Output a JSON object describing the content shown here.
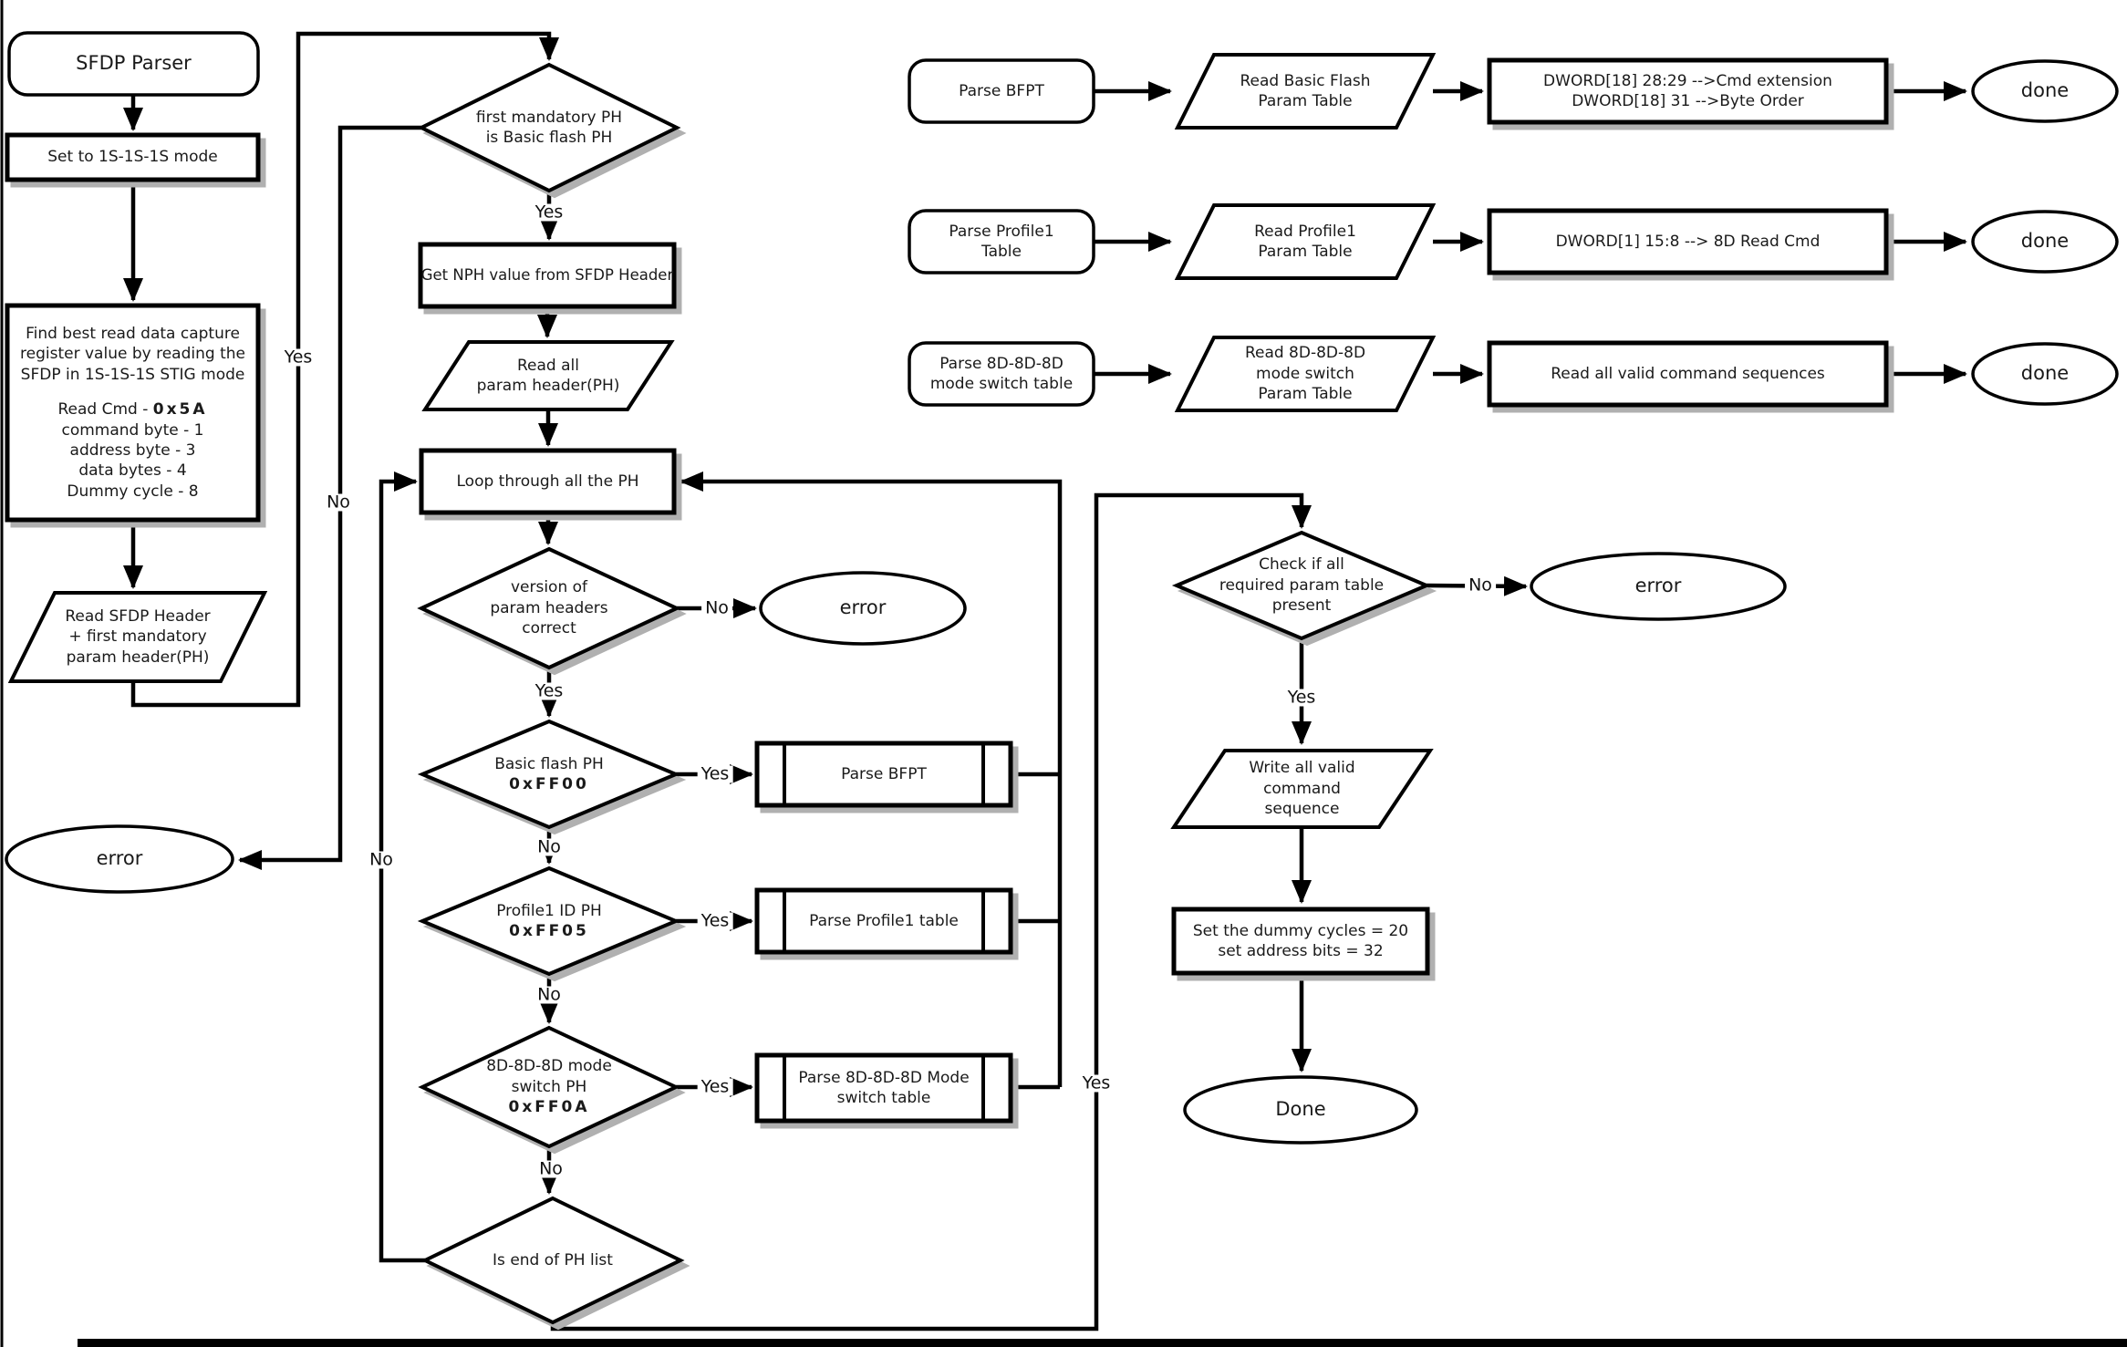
{
  "labels": {
    "yes": "Yes",
    "no": "No"
  },
  "nodes": {
    "sfdp_parser": "SFDP Parser",
    "set_mode": "Set to 1S-1S-1S mode",
    "find_best": {
      "intro": "Find best read data capture\nregister value by reading the\nSFDP in 1S-1S-1S STIG mode",
      "read_cmd_label": "Read Cmd - ",
      "read_cmd_hex": "0x5A",
      "params": "command byte - 1\naddress byte - 3\ndata bytes - 4\nDummy cycle - 8"
    },
    "read_sfdp_header": "Read SFDP Header\n+ first mandatory\nparam header(PH)",
    "error_left": "error",
    "first_mandatory": "first mandatory PH\nis Basic flash PH",
    "get_nph": "Get NPH value from SFDP Header",
    "read_all_ph": "Read all\nparam header(PH)",
    "loop_ph": "Loop through all the PH",
    "version_check": "version of\nparam headers\ncorrect",
    "error_mid": "error",
    "basic_flash": {
      "label": "Basic flash PH",
      "hex": "0xFF00"
    },
    "parse_bfpt_sub": "Parse BFPT",
    "profile1": {
      "label": "Profile1 ID PH",
      "hex": "0xFF05"
    },
    "parse_profile1_sub": "Parse Profile1 table",
    "mode8d": {
      "label": "8D-8D-8D mode\nswitch PH",
      "hex": "0xFF0A"
    },
    "parse_8d_sub": "Parse 8D-8D-8D Mode\nswitch table",
    "end_of_ph": "Is end of PH list",
    "check_required": "Check if all\nrequired param table\npresent",
    "error_right": "error",
    "write_valid": "Write all valid\ncommand\nsequence",
    "set_dummy": "Set the dummy cycles = 20\nset address bits = 32",
    "done_main": "Done"
  },
  "rows": [
    {
      "start": "Parse BFPT",
      "io": "Read Basic Flash\nParam Table",
      "action": "DWORD[18] 28:29 -->Cmd extension\nDWORD[18] 31 -->Byte Order",
      "end": "done"
    },
    {
      "start": "Parse Profile1\nTable",
      "io": "Read Profile1\nParam Table",
      "action": "DWORD[1] 15:8 --> 8D Read Cmd",
      "end": "done"
    },
    {
      "start": "Parse 8D-8D-8D\nmode switch table",
      "io": "Read 8D-8D-8D\nmode switch\nParam Table",
      "action": "Read all valid command sequences",
      "end": "done"
    }
  ],
  "colors": {
    "stroke": "#000000",
    "shadow": "#b0b0b0",
    "background": "#ffffff",
    "text": "#1a1a1a"
  }
}
